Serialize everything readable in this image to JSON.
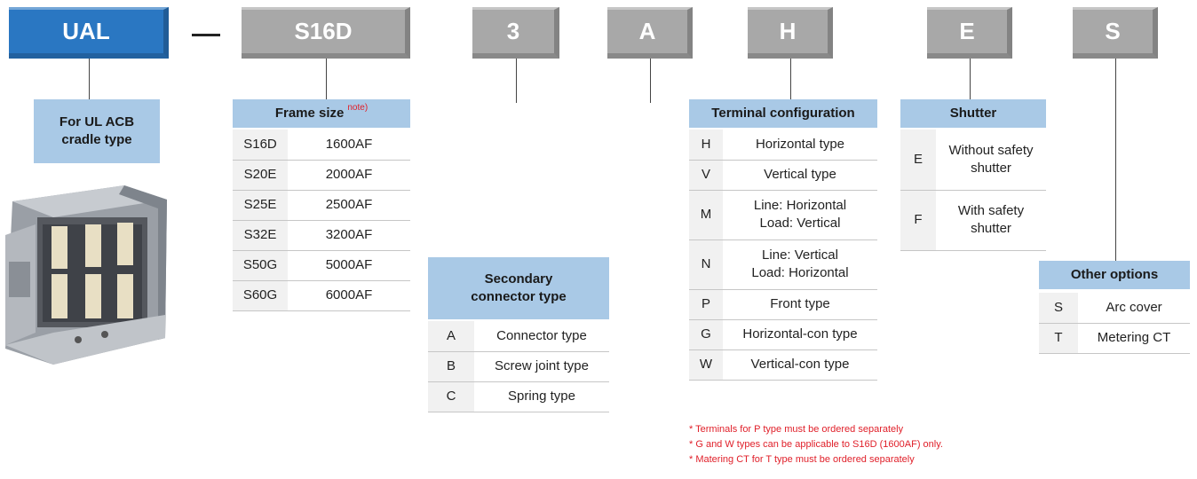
{
  "code": {
    "prefix": "UAL",
    "frame": "S16D",
    "secondary": "3",
    "connector": "A",
    "terminal": "H",
    "shutter": "E",
    "other": "S"
  },
  "ual_label": "For UL ACB cradle type",
  "frame_size": {
    "title": "Frame size",
    "note": "note)",
    "rows": [
      {
        "code": "S16D",
        "value": "1600AF"
      },
      {
        "code": "S20E",
        "value": "2000AF"
      },
      {
        "code": "S25E",
        "value": "2500AF"
      },
      {
        "code": "S32E",
        "value": "3200AF"
      },
      {
        "code": "S50G",
        "value": "5000AF"
      },
      {
        "code": "S60G",
        "value": "6000AF"
      }
    ]
  },
  "secondary_connector": {
    "title": "Secondary connector type",
    "rows": [
      {
        "code": "A",
        "value": "Connector type"
      },
      {
        "code": "B",
        "value": "Screw joint type"
      },
      {
        "code": "C",
        "value": "Spring type"
      }
    ]
  },
  "terminal_configuration": {
    "title": "Terminal configuration",
    "rows": [
      {
        "code": "H",
        "value": "Horizontal type"
      },
      {
        "code": "V",
        "value": "Vertical type"
      },
      {
        "code": "M",
        "line1": "Line: Horizontal",
        "line2": "Load: Vertical"
      },
      {
        "code": "N",
        "line1": "Line: Vertical",
        "line2": "Load: Horizontal"
      },
      {
        "code": "P",
        "value": "Front type"
      },
      {
        "code": "G",
        "value": "Horizontal-con type"
      },
      {
        "code": "W",
        "value": "Vertical-con type"
      }
    ]
  },
  "shutter": {
    "title": "Shutter",
    "rows": [
      {
        "code": "E",
        "line1": "Without safety",
        "line2": "shutter"
      },
      {
        "code": "F",
        "line1": "With safety",
        "line2": "shutter"
      }
    ]
  },
  "other_options": {
    "title": "Other options",
    "rows": [
      {
        "code": "S",
        "value": "Arc cover"
      },
      {
        "code": "T",
        "value": "Metering CT"
      }
    ]
  },
  "notes": [
    "* Terminals for P type must be ordered separately",
    "* G and W types can be applicable to S16D (1600AF) only.",
    "* Matering CT for T type must be ordered separately"
  ],
  "colors": {
    "blue_box": "#2a77c2",
    "gray_box": "#a8a8a8",
    "header": "#a9c9e6",
    "note_red": "#e0202a"
  }
}
